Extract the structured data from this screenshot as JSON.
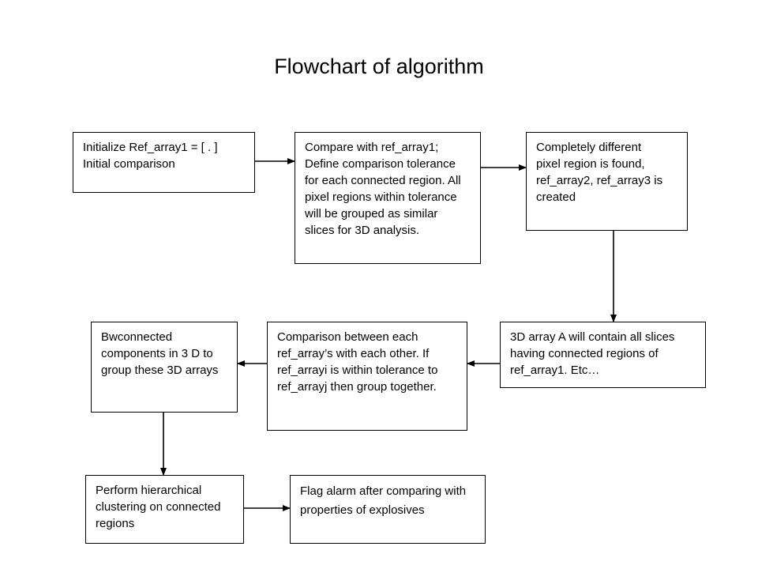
{
  "title": "Flowchart of algorithm",
  "nodes": [
    {
      "id": "n1",
      "text": "Initialize Ref_array1 = [ .  ]\nInitial comparison"
    },
    {
      "id": "n2",
      "text": "Compare with ref_array1;\nDefine comparison tolerance\nfor each connected region. All\npixel regions within tolerance\nwill be grouped as similar\nslices for 3D analysis."
    },
    {
      "id": "n3",
      "text": "Completely different\npixel region is found,\nref_array2, ref_array3 is\ncreated"
    },
    {
      "id": "n4",
      "text": "3D array A will contain all slices\nhaving connected regions of\nref_array1. Etc…"
    },
    {
      "id": "n5",
      "text": "Comparison between each\nref_array’s with each other. If\nref_arrayi is within tolerance to\nref_arrayj then group together."
    },
    {
      "id": "n6",
      "text": "Bwconnected\ncomponents in 3 D to\ngroup these  3D arrays"
    },
    {
      "id": "n7",
      "text": "Perform hierarchical\nclustering on connected\nregions"
    },
    {
      "id": "n8",
      "text": "Flag alarm after comparing with\nproperties of explosives"
    }
  ],
  "edges": [
    {
      "from": "n1",
      "to": "n2"
    },
    {
      "from": "n2",
      "to": "n3"
    },
    {
      "from": "n3",
      "to": "n4"
    },
    {
      "from": "n4",
      "to": "n5"
    },
    {
      "from": "n5",
      "to": "n6"
    },
    {
      "from": "n6",
      "to": "n7"
    },
    {
      "from": "n7",
      "to": "n8"
    }
  ],
  "colors": {
    "line": "#000000",
    "background": "#ffffff",
    "text": "#000000"
  }
}
